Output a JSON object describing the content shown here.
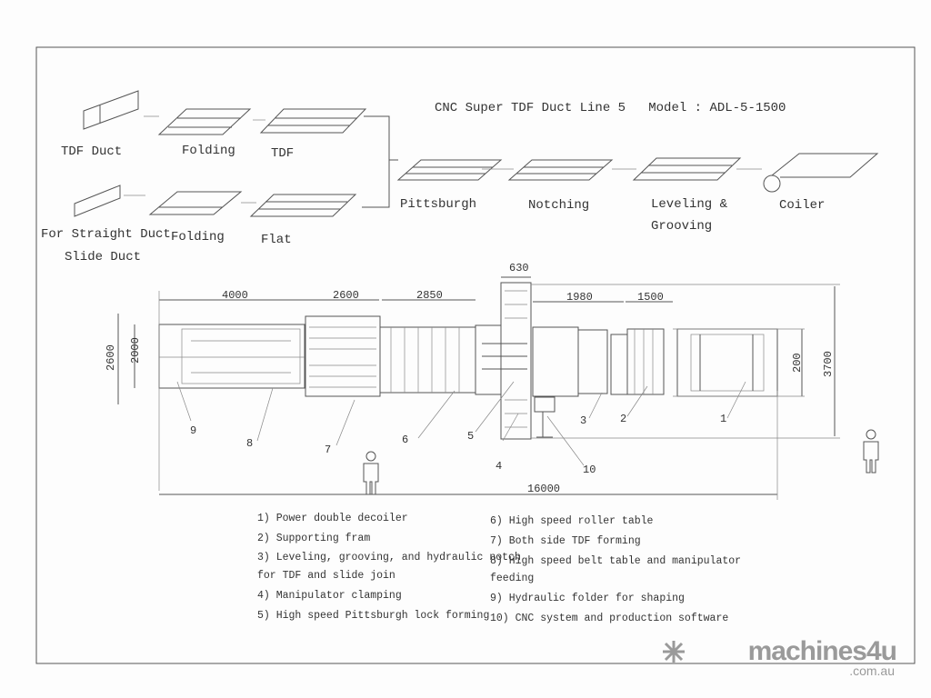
{
  "title": "CNC Super TDF Duct Line 5   Model : ADL-5-1500",
  "process": {
    "tdf_duct": "TDF Duct",
    "folding_1": "Folding",
    "tdf": "TDF",
    "straight_duct": "For Straight Duct",
    "slide_duct": "Slide Duct",
    "folding_2": "Folding",
    "flat": "Flat",
    "pittsburgh": "Pittsburgh",
    "notching": "Notching",
    "leveling_1": "Leveling &",
    "leveling_2": "Grooving",
    "coiler": "Coiler"
  },
  "dimensions": {
    "d4000": "4000",
    "d2600": "2600",
    "d2850": "2850",
    "d630": "630",
    "d1980": "1980",
    "d1500": "1500",
    "h2600": "2600",
    "h2000": "2000",
    "h200": "200",
    "h3700": "3700",
    "total": "16000"
  },
  "callouts": [
    "1",
    "2",
    "3",
    "4",
    "5",
    "6",
    "7",
    "8",
    "9",
    "10"
  ],
  "legend_left": [
    "1) Power double decoiler",
    "2) Supporting fram",
    "3) Leveling, grooving, and hydraulic notch",
    "for TDF and slide join",
    "4) Manipulator clamping",
    "5) High speed Pittsburgh lock forming"
  ],
  "legend_right": [
    "6) High speed roller table",
    "7) Both side TDF forming",
    "8) High speed belt table and manipulator",
    "feeding",
    "9) Hydraulic folder for shaping",
    "10) CNC system and production software"
  ],
  "watermark": {
    "brand": "machines4u",
    "domain": ".com.au"
  }
}
